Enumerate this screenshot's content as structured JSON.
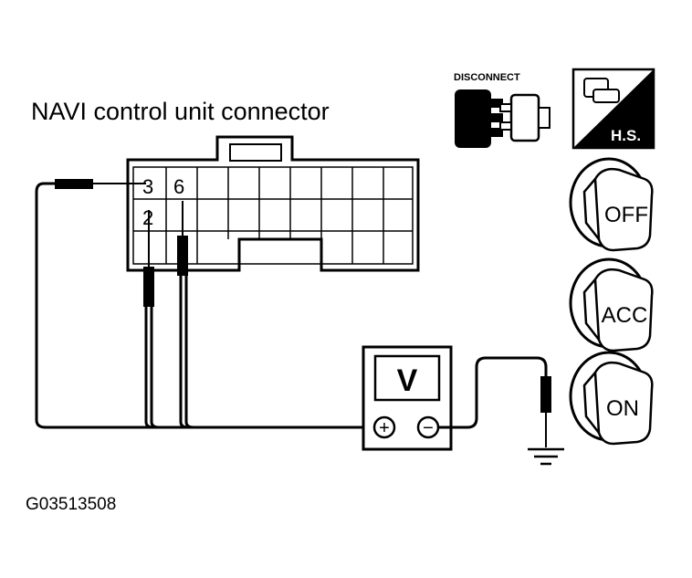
{
  "title": "NAVI control unit connector",
  "figure_code": "G03513508",
  "connector": {
    "pins": [
      "3",
      "6",
      "2"
    ]
  },
  "meter": {
    "symbol": "V",
    "plus": "+",
    "minus": "−"
  },
  "icons": {
    "disconnect_label": "DISCONNECT",
    "hs_label": "H.S."
  },
  "ignition": {
    "positions": [
      "OFF",
      "ACC",
      "ON"
    ]
  }
}
